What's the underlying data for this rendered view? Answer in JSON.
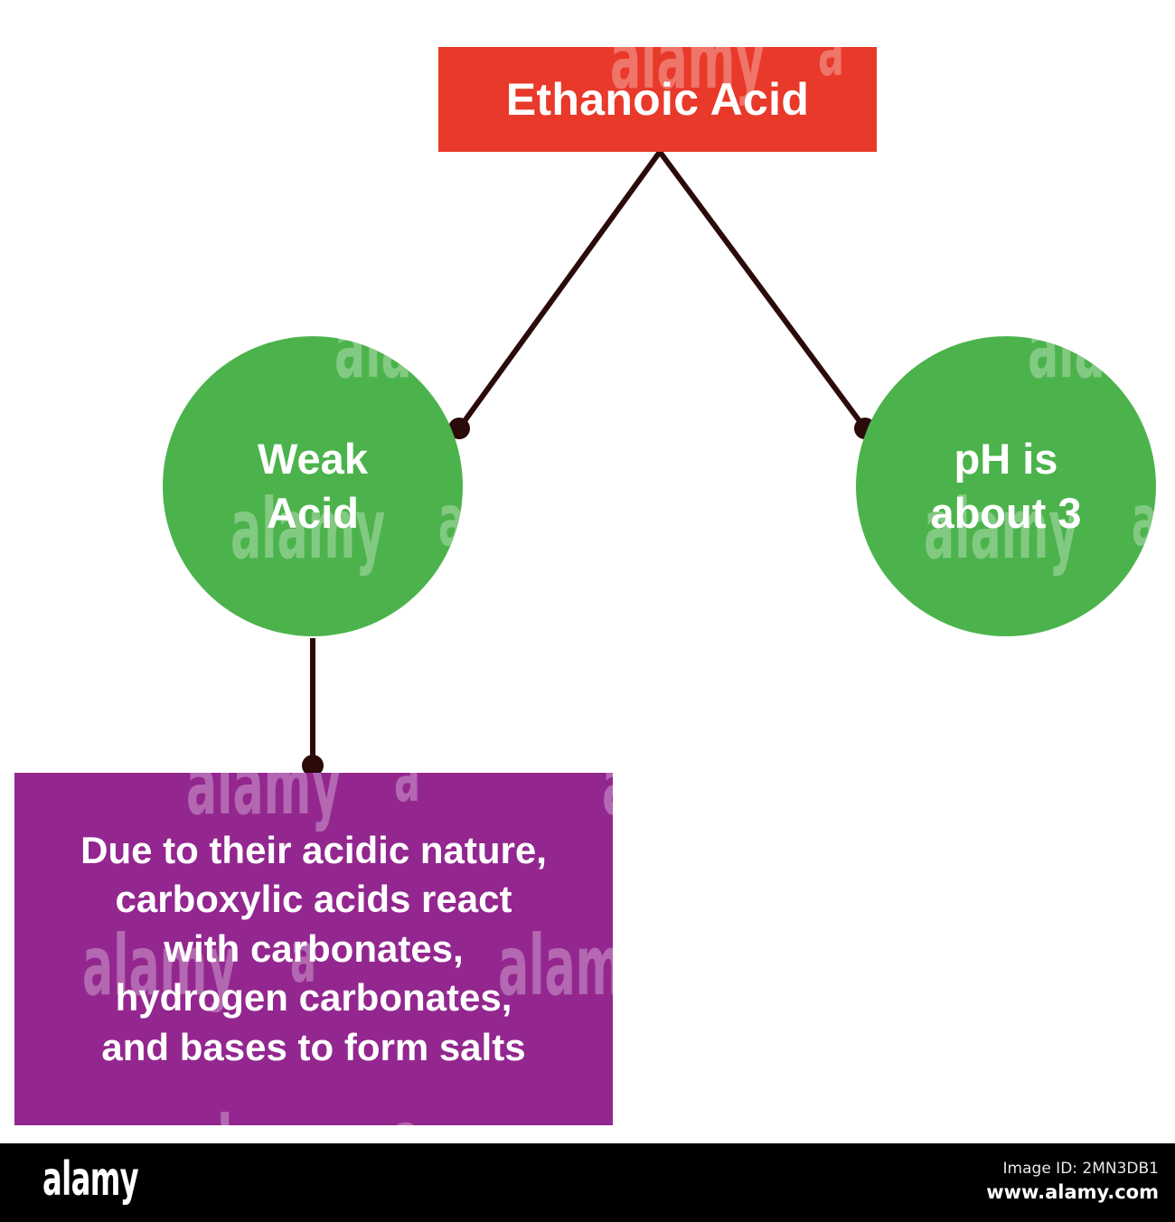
{
  "diagram": {
    "title_node": {
      "label": "Ethanoic Acid",
      "color": "#e8392a",
      "text_color": "#ffffff"
    },
    "branch_nodes": [
      {
        "name": "weak-acid",
        "label": "Weak\nAcid",
        "color": "#4cb34c",
        "text_color": "#ffffff"
      },
      {
        "name": "ph-value",
        "label": "pH is\nabout 3",
        "color": "#4cb34c",
        "text_color": "#ffffff"
      }
    ],
    "note_node": {
      "name": "acidic-nature-note",
      "label": "Due to their acidic nature,\ncarboxylic acids react\nwith carbonates,\nhydrogen carbonates,\nand bases to form salts",
      "color": "#93278f",
      "text_color": "#ffffff"
    },
    "connector_color": "#2b0a0a",
    "connector_dot_color": "#2b0a0a"
  },
  "watermark": {
    "text": "alamy"
  },
  "footer": {
    "logo": "alamy",
    "image_id": "Image ID: 2MN3DB1",
    "url": "www.alamy.com",
    "background": "#000000"
  }
}
